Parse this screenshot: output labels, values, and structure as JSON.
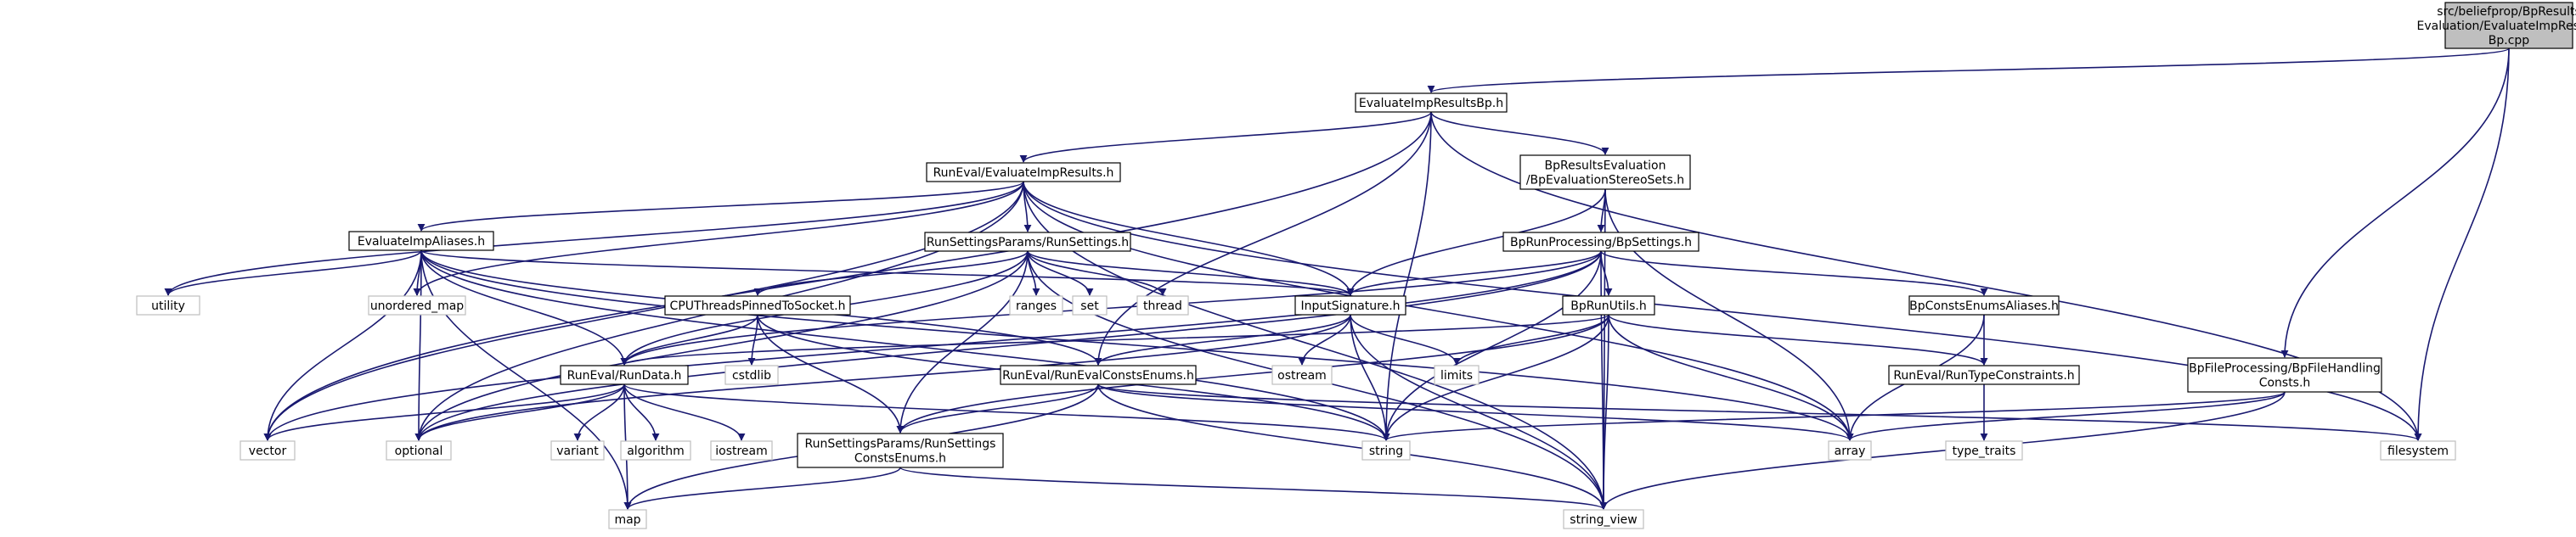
{
  "nodes": [
    {
      "id": "root",
      "lines": [
        "src/beliefprop/BpResults",
        "Evaluation/EvaluateImpResults",
        "Bp.cpp"
      ],
      "kind": "root"
    },
    {
      "id": "eirbp",
      "lines": [
        "EvaluateImpResultsBp.h"
      ],
      "kind": "file"
    },
    {
      "id": "runeval_eir",
      "lines": [
        "RunEval/EvaluateImpResults.h"
      ],
      "kind": "file"
    },
    {
      "id": "bpres",
      "lines": [
        "BpResultsEvaluation",
        "/BpEvaluationStereoSets.h"
      ],
      "kind": "file"
    },
    {
      "id": "aliases",
      "lines": [
        "EvaluateImpAliases.h"
      ],
      "kind": "file"
    },
    {
      "id": "rsp",
      "lines": [
        "RunSettingsParams/RunSettings.h"
      ],
      "kind": "file"
    },
    {
      "id": "bprun",
      "lines": [
        "BpRunProcessing/BpSettings.h"
      ],
      "kind": "file"
    },
    {
      "id": "cputhreads",
      "lines": [
        "CPUThreadsPinnedToSocket.h"
      ],
      "kind": "file"
    },
    {
      "id": "inputsig",
      "lines": [
        "InputSignature.h"
      ],
      "kind": "file"
    },
    {
      "id": "bprunutils",
      "lines": [
        "BpRunUtils.h"
      ],
      "kind": "file"
    },
    {
      "id": "bpconstenums",
      "lines": [
        "BpConstsEnumsAliases.h"
      ],
      "kind": "file"
    },
    {
      "id": "rundata",
      "lines": [
        "RunEval/RunData.h"
      ],
      "kind": "file"
    },
    {
      "id": "runevalconsts",
      "lines": [
        "RunEval/RunEvalConstsEnums.h"
      ],
      "kind": "file"
    },
    {
      "id": "runtypec",
      "lines": [
        "RunEval/RunTypeConstraints.h"
      ],
      "kind": "file"
    },
    {
      "id": "bpfile",
      "lines": [
        "BpFileProcessing/BpFileHandling",
        "Consts.h"
      ],
      "kind": "file"
    },
    {
      "id": "rsconsts",
      "lines": [
        "RunSettingsParams/RunSettings",
        "ConstsEnums.h"
      ],
      "kind": "file"
    },
    {
      "id": "utility",
      "lines": [
        "utility"
      ],
      "kind": "ext"
    },
    {
      "id": "unordered_map",
      "lines": [
        "unordered_map"
      ],
      "kind": "ext"
    },
    {
      "id": "ranges",
      "lines": [
        "ranges"
      ],
      "kind": "ext"
    },
    {
      "id": "set",
      "lines": [
        "set"
      ],
      "kind": "ext"
    },
    {
      "id": "thread",
      "lines": [
        "thread"
      ],
      "kind": "ext"
    },
    {
      "id": "cstdlib",
      "lines": [
        "cstdlib"
      ],
      "kind": "ext"
    },
    {
      "id": "ostream",
      "lines": [
        "ostream"
      ],
      "kind": "ext"
    },
    {
      "id": "limits",
      "lines": [
        "limits"
      ],
      "kind": "ext"
    },
    {
      "id": "type_traits",
      "lines": [
        "type_traits"
      ],
      "kind": "ext"
    },
    {
      "id": "vector",
      "lines": [
        "vector"
      ],
      "kind": "ext"
    },
    {
      "id": "optional",
      "lines": [
        "optional"
      ],
      "kind": "ext"
    },
    {
      "id": "variant",
      "lines": [
        "variant"
      ],
      "kind": "ext"
    },
    {
      "id": "algorithm",
      "lines": [
        "algorithm"
      ],
      "kind": "ext"
    },
    {
      "id": "iostream",
      "lines": [
        "iostream"
      ],
      "kind": "ext"
    },
    {
      "id": "string",
      "lines": [
        "string"
      ],
      "kind": "ext"
    },
    {
      "id": "array",
      "lines": [
        "array"
      ],
      "kind": "ext"
    },
    {
      "id": "filesystem",
      "lines": [
        "filesystem"
      ],
      "kind": "ext"
    },
    {
      "id": "map",
      "lines": [
        "map"
      ],
      "kind": "ext"
    },
    {
      "id": "string_view",
      "lines": [
        "string_view"
      ],
      "kind": "ext"
    }
  ],
  "edges": [
    [
      "root",
      "eirbp"
    ],
    [
      "root",
      "bpfile"
    ],
    [
      "root",
      "filesystem"
    ],
    [
      "eirbp",
      "runeval_eir"
    ],
    [
      "eirbp",
      "bpres"
    ],
    [
      "eirbp",
      "vector"
    ],
    [
      "eirbp",
      "string"
    ],
    [
      "eirbp",
      "runevalconsts"
    ],
    [
      "eirbp",
      "filesystem"
    ],
    [
      "runeval_eir",
      "aliases"
    ],
    [
      "runeval_eir",
      "rsp"
    ],
    [
      "runeval_eir",
      "inputsig"
    ],
    [
      "runeval_eir",
      "utility"
    ],
    [
      "runeval_eir",
      "unordered_map"
    ],
    [
      "runeval_eir",
      "vector"
    ],
    [
      "runeval_eir",
      "optional"
    ],
    [
      "runeval_eir",
      "array"
    ],
    [
      "runeval_eir",
      "string_view"
    ],
    [
      "runeval_eir",
      "filesystem"
    ],
    [
      "bpres",
      "bprun"
    ],
    [
      "bpres",
      "inputsig"
    ],
    [
      "bpres",
      "array"
    ],
    [
      "bpres",
      "string_view"
    ],
    [
      "aliases",
      "rundata"
    ],
    [
      "aliases",
      "runevalconsts"
    ],
    [
      "aliases",
      "inputsig"
    ],
    [
      "aliases",
      "utility"
    ],
    [
      "aliases",
      "vector"
    ],
    [
      "aliases",
      "optional"
    ],
    [
      "aliases",
      "map"
    ],
    [
      "aliases",
      "string"
    ],
    [
      "aliases",
      "array"
    ],
    [
      "aliases",
      "unordered_map"
    ],
    [
      "rsp",
      "cputhreads"
    ],
    [
      "rsp",
      "rsconsts"
    ],
    [
      "rsp",
      "inputsig"
    ],
    [
      "rsp",
      "rundata"
    ],
    [
      "rsp",
      "ranges"
    ],
    [
      "rsp",
      "set"
    ],
    [
      "rsp",
      "thread"
    ],
    [
      "rsp",
      "optional"
    ],
    [
      "rsp",
      "string_view"
    ],
    [
      "bprun",
      "bprunutils"
    ],
    [
      "bprun",
      "bpconstenums"
    ],
    [
      "bprun",
      "inputsig"
    ],
    [
      "bprun",
      "rundata"
    ],
    [
      "bprun",
      "string"
    ],
    [
      "bprun",
      "string_view"
    ],
    [
      "bprun",
      "vector"
    ],
    [
      "bprun",
      "optional"
    ],
    [
      "cputhreads",
      "rundata"
    ],
    [
      "cputhreads",
      "cstdlib"
    ],
    [
      "cputhreads",
      "rsconsts"
    ],
    [
      "cputhreads",
      "string"
    ],
    [
      "inputsig",
      "runevalconsts"
    ],
    [
      "inputsig",
      "ostream"
    ],
    [
      "inputsig",
      "limits"
    ],
    [
      "inputsig",
      "string"
    ],
    [
      "inputsig",
      "string_view"
    ],
    [
      "inputsig",
      "optional"
    ],
    [
      "bprunutils",
      "rundata"
    ],
    [
      "bprunutils",
      "runtypec"
    ],
    [
      "bprunutils",
      "limits"
    ],
    [
      "bprunutils",
      "string"
    ],
    [
      "bprunutils",
      "string_view"
    ],
    [
      "bprunutils",
      "array"
    ],
    [
      "bprunutils",
      "rsconsts"
    ],
    [
      "bpconstenums",
      "runtypec"
    ],
    [
      "bpconstenums",
      "array"
    ],
    [
      "runtypec",
      "type_traits"
    ],
    [
      "rundata",
      "vector"
    ],
    [
      "rundata",
      "optional"
    ],
    [
      "rundata",
      "variant"
    ],
    [
      "rundata",
      "algorithm"
    ],
    [
      "rundata",
      "iostream"
    ],
    [
      "rundata",
      "string"
    ],
    [
      "rundata",
      "map"
    ],
    [
      "runevalconsts",
      "rsconsts"
    ],
    [
      "runevalconsts",
      "map"
    ],
    [
      "runevalconsts",
      "string_view"
    ],
    [
      "runevalconsts",
      "array"
    ],
    [
      "runevalconsts",
      "filesystem"
    ],
    [
      "bpfile",
      "string"
    ],
    [
      "bpfile",
      "string_view"
    ],
    [
      "bpfile",
      "array"
    ],
    [
      "rsconsts",
      "map"
    ],
    [
      "rsconsts",
      "string_view"
    ]
  ]
}
